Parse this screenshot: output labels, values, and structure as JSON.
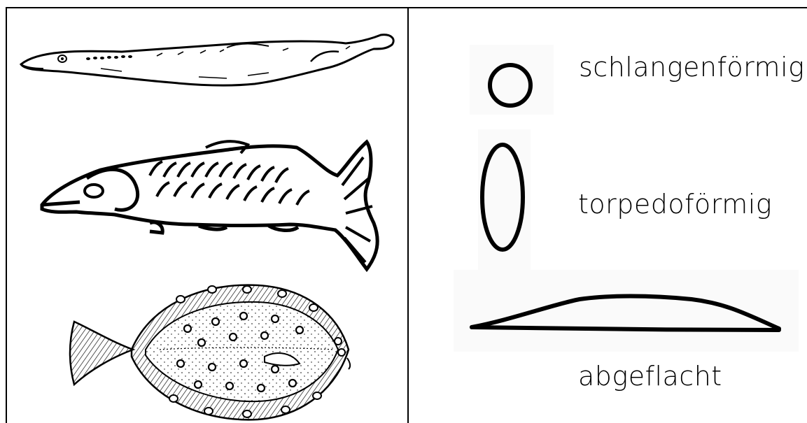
{
  "worksheet": {
    "shapes": [
      {
        "icon": "circle-cross-section-icon",
        "label": "schlangenförmig"
      },
      {
        "icon": "ellipse-cross-section-icon",
        "label": "torpedoförmig"
      },
      {
        "icon": "flat-cross-section-icon",
        "label": "abgeflacht"
      }
    ],
    "fish": [
      {
        "icon": "eel-lamprey-icon"
      },
      {
        "icon": "trout-fish-icon"
      },
      {
        "icon": "flounder-flatfish-icon"
      }
    ]
  }
}
